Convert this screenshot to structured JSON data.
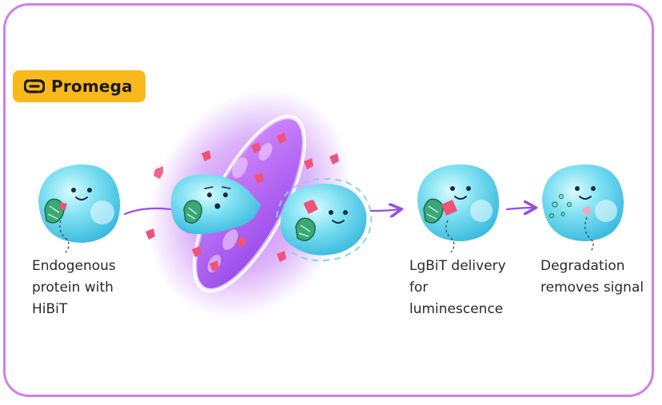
{
  "brand": {
    "name": "Promega",
    "color": "#f9b81b",
    "logo_icon": "promega-logo-icon"
  },
  "colors": {
    "frame": "#d37cf0",
    "cell": "#5fd3ea",
    "cell_light": "#bff3fb",
    "membrane": "#b15ef5",
    "peptide": "#f0537a",
    "protein": "#3aa876",
    "arrow": "#9a4de0"
  },
  "steps": [
    {
      "id": "step-1",
      "label_lines": [
        "Endogenous",
        "protein with",
        "HiBiT"
      ]
    },
    {
      "id": "step-2",
      "label_lines": []
    },
    {
      "id": "step-3",
      "label_lines": [
        "LgBiT delivery",
        "for",
        "luminescence"
      ]
    },
    {
      "id": "step-4",
      "label_lines": [
        "Degradation",
        "removes signal"
      ]
    }
  ]
}
